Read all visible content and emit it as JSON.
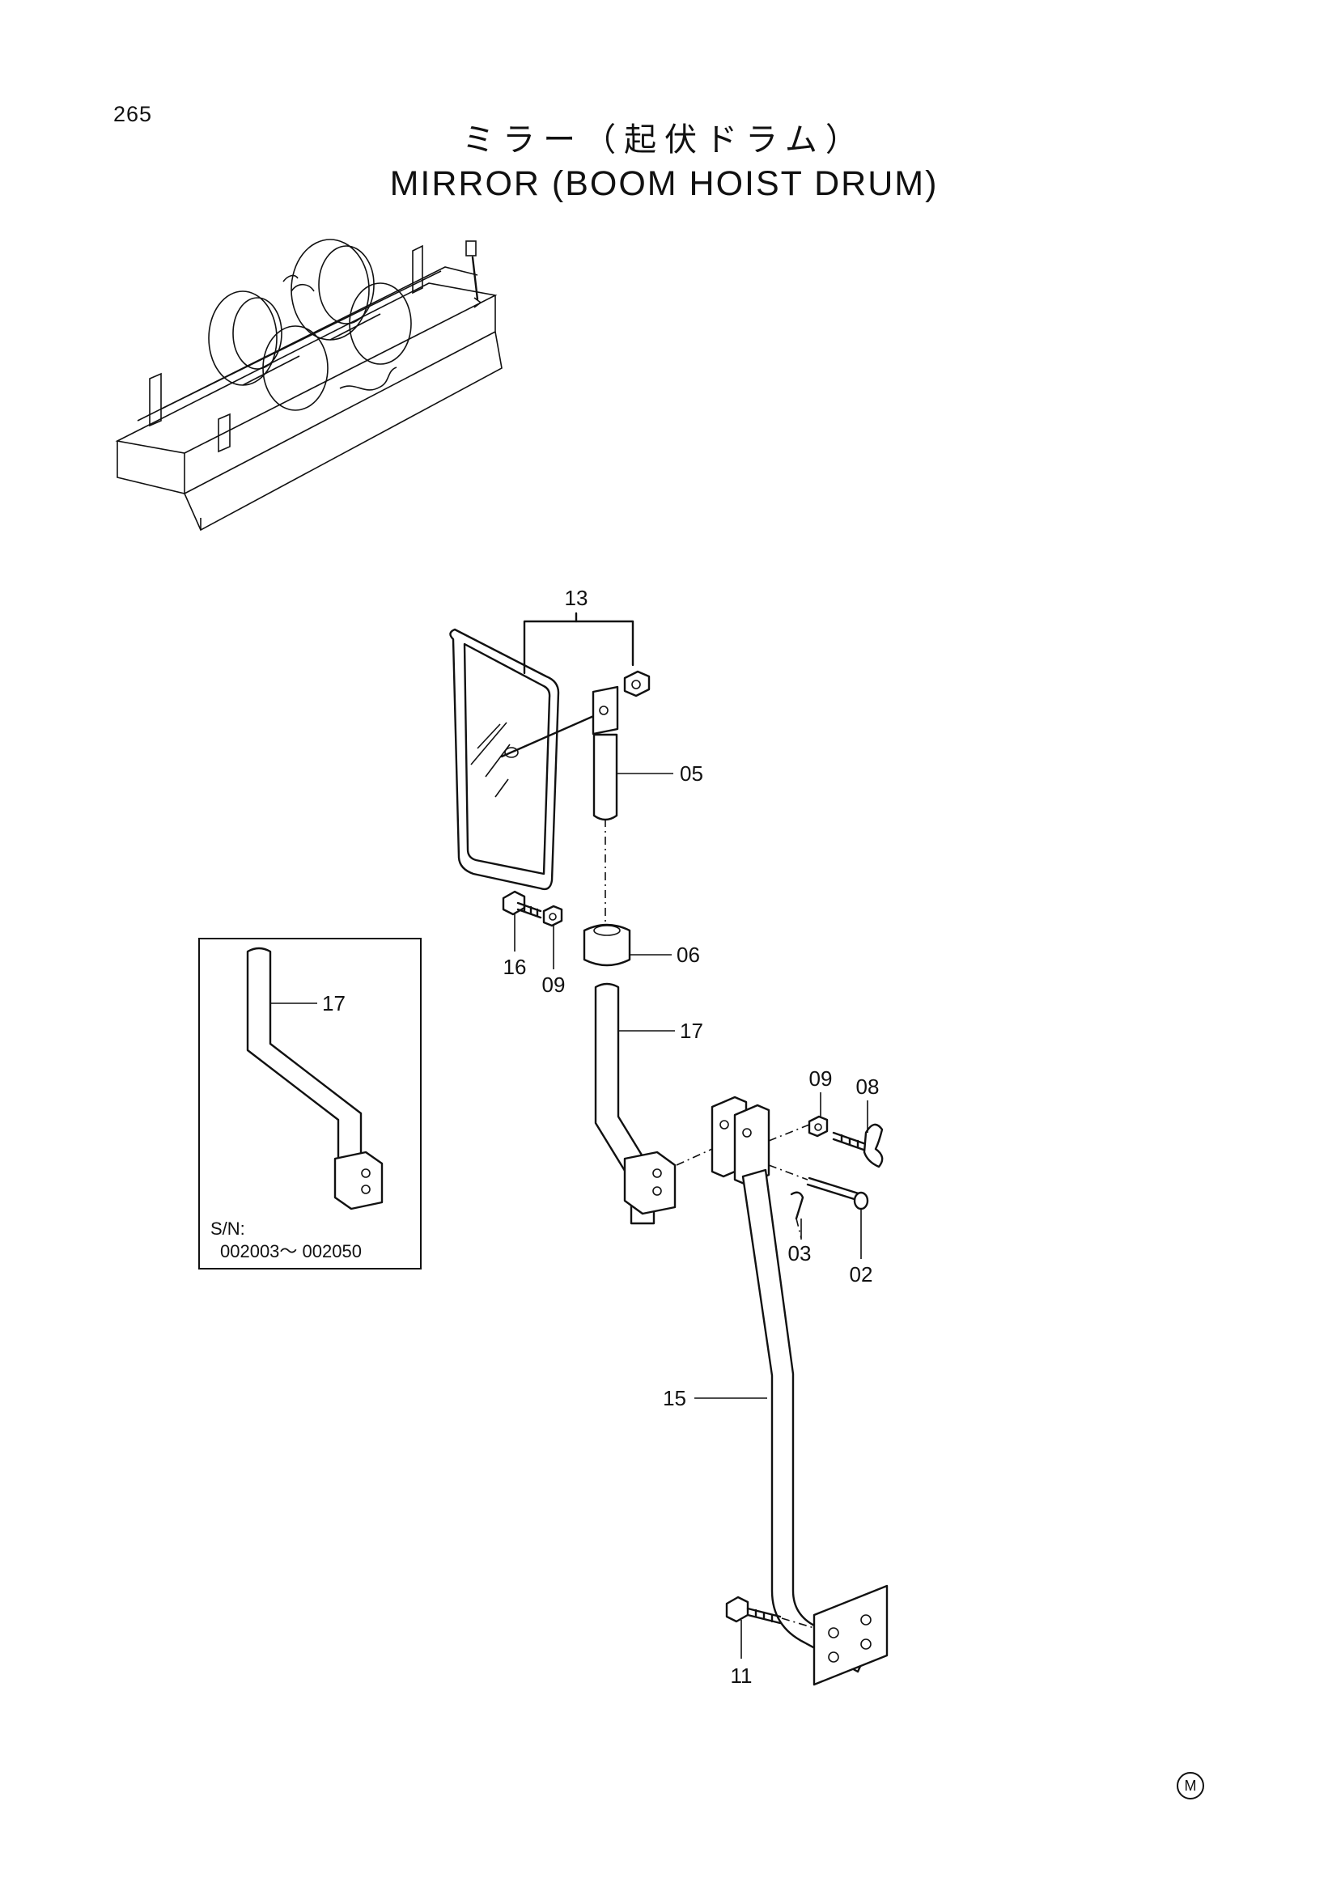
{
  "header": {
    "page_number": "265",
    "title_jp": "ミラー（起伏ドラム）",
    "title_en": "MIRROR (BOOM HOIST DRUM)"
  },
  "callouts": {
    "c13": "13",
    "c05": "05",
    "c16": "16",
    "c09a": "09",
    "c06": "06",
    "c17a": "17",
    "c09b": "09",
    "c08": "08",
    "c03": "03",
    "c02": "02",
    "c15": "15",
    "c11": "11",
    "c17b": "17"
  },
  "inset": {
    "sn_label": "S/N:",
    "sn_range": "002003～ 002050"
  },
  "footer": {
    "mark": "M"
  }
}
